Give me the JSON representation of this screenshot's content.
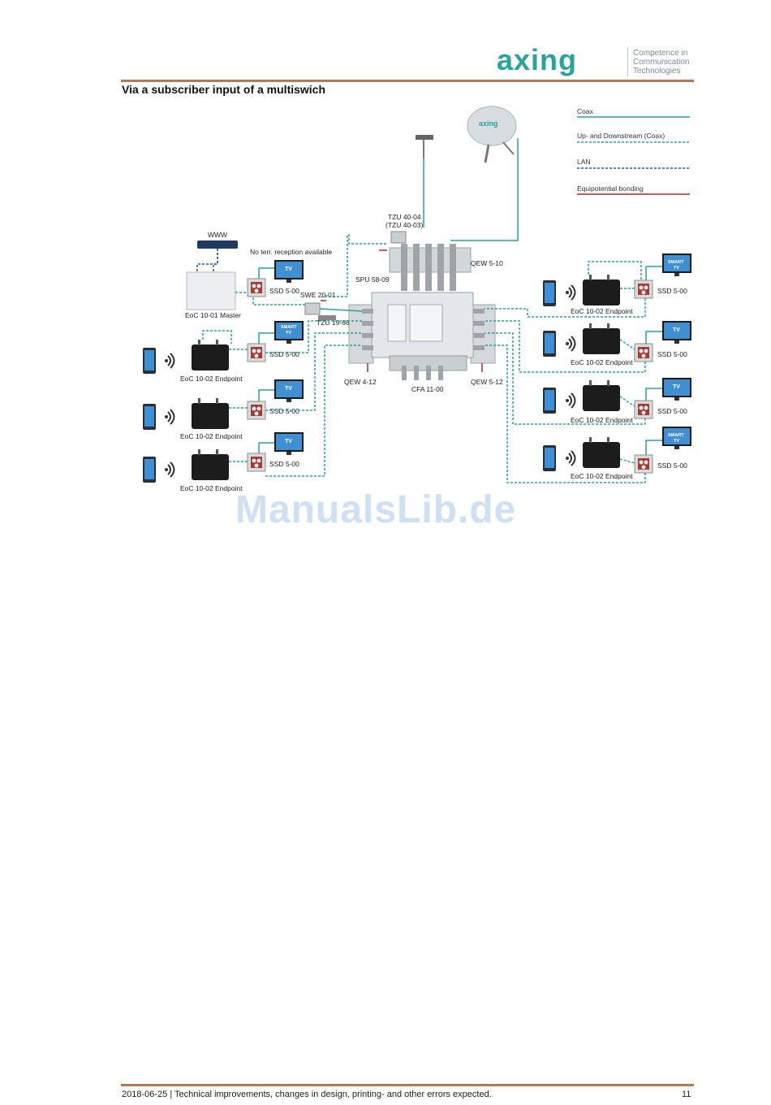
{
  "header": {
    "logo_text": "axing",
    "tagline": [
      "Competence in",
      "Communication",
      "Technologies"
    ]
  },
  "heading": "Via a subscriber input of a multiswich",
  "legend": {
    "coax": "Coax",
    "updown": "Up- and Downstream (Coax)",
    "lan": "LAN",
    "bonding": "Equipotential bonding"
  },
  "labels": {
    "www": "WWW",
    "no_terr": "No terr. reception available",
    "tzu_4004": "TZU 40-04",
    "tzu_4003": "(TZU 40-03)",
    "qew_510": "QEW 5-10",
    "spu": "SPU 58-09",
    "swe": "SWE 20-01",
    "tzu_1966": "TZU 19-66",
    "qew_412": "QEW 4-12",
    "qew_512": "QEW 5-12",
    "cfa": "CFA 11-00",
    "eoc_master": "EoC 10-01 Master",
    "eoc_endpoint": "EoC 10-02 Endpoint",
    "ssd": "SSD 5-00",
    "tv": "TV",
    "smart": "SMART",
    "dish_logo": "axing"
  },
  "colors": {
    "coax": "#2aa39a",
    "updown": "#2aa39a",
    "lan": "#1f5fa6",
    "bonding": "#b0282e",
    "rule": "#b07a56",
    "logo": "#2aa39a"
  },
  "watermark": "ManualsLib.de",
  "footer": {
    "text": "2018-06-25 | Technical improvements, changes in design, printing- and other errors expected.",
    "page": "11"
  }
}
